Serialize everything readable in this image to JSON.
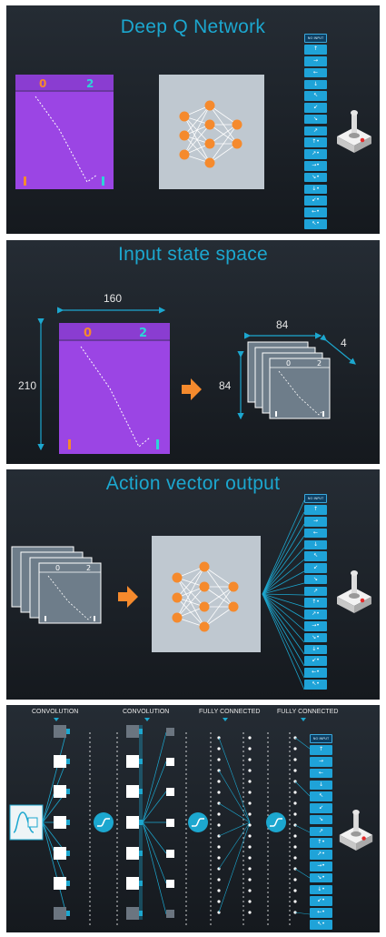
{
  "panels": {
    "p1": {
      "title": "Deep Q Network"
    },
    "p2": {
      "title": "Input state space",
      "width_label": "160",
      "height_label": "210",
      "stack_width_label": "84",
      "stack_height_label": "84",
      "stack_depth_label": "4"
    },
    "p3": {
      "title": "Action vector output"
    },
    "p4": {
      "labels": [
        "CONVOLUTION",
        "CONVOLUTION",
        "FULLY CONNECTED",
        "FULLY CONNECTED"
      ]
    }
  },
  "game": {
    "score_left": "0",
    "score_right": "2"
  },
  "actions": {
    "no_input": "NO INPUT",
    "items": [
      "↑",
      "→",
      "←",
      "↓",
      "↖",
      "↙",
      "↘",
      "↗",
      "↑•",
      "↗•",
      "→•",
      "↘•",
      "↓•",
      "↙•",
      "←•",
      "↖•"
    ]
  },
  "colors": {
    "accent": "#1ca7cf",
    "game_bg": "#9b45e4",
    "arrow": "#f58a2d",
    "node": "#f58a2d"
  }
}
